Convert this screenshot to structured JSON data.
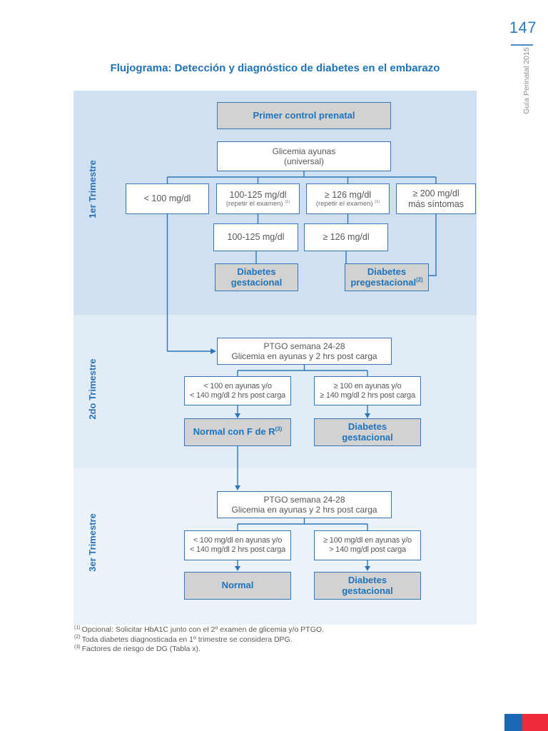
{
  "page": {
    "number": "147",
    "side_label": "Guía Perinatal 2015",
    "title": "Flujograma: Detección y diagnóstico de diabetes en el embarazo"
  },
  "sections": [
    {
      "label": "1er Trimestre"
    },
    {
      "label": "2do Trimestre"
    },
    {
      "label": "3er Trimestre"
    }
  ],
  "nodes": {
    "primer_control": "Primer control prenatal",
    "glicemia": {
      "line1": "Glicemia ayunas",
      "line2": "(universal)"
    },
    "lt100": "< 100 mg/dl",
    "r100_125": {
      "line1": "100-125 mg/dl",
      "line2": "(repetir el examen)",
      "sup": "(1)"
    },
    "ge126": {
      "line1": "≥ 126 mg/dl",
      "line2": "(repetir el examen)",
      "sup": "(1)"
    },
    "ge200": {
      "line1": "≥ 200 mg/dl",
      "line2": "más síntomas"
    },
    "repeat_100_125": "100-125 mg/dl",
    "repeat_ge126": "≥ 126 mg/dl",
    "t1_dg": {
      "line1": "Diabetes",
      "line2": "gestacional"
    },
    "t1_dpg": {
      "line1": "Diabetes",
      "line2": "pregestacional",
      "sup": "(2)"
    },
    "t2_ptgo": {
      "line1": "PTGO semana 24-28",
      "line2": "Glicemia en ayunas y 2 hrs post carga"
    },
    "t2_left": {
      "line1": "< 100 en ayunas y/o",
      "line2": "< 140 mg/dl 2 hrs post carga"
    },
    "t2_right": {
      "line1": "≥ 100 en ayunas y/o",
      "line2": "≥ 140 mg/dl 2 hrs post carga"
    },
    "t2_normal": {
      "text": "Normal con F de R",
      "sup": "(3)"
    },
    "t2_dg": {
      "line1": "Diabetes",
      "line2": "gestacional"
    },
    "t3_ptgo": {
      "line1": "PTGO semana 24-28",
      "line2": "Glicemia en ayunas y 2 hrs post carga"
    },
    "t3_left": {
      "line1": "< 100 mg/dl en ayunas y/o",
      "line2": "< 140 mg/dl 2 hrs post carga"
    },
    "t3_right": {
      "line1": "≥ 100 mg/dl en ayunas y/o",
      "line2": "> 140 mg/dl post carga"
    },
    "t3_normal": "Normal",
    "t3_dg": {
      "line1": "Diabetes",
      "line2": "gestacional"
    }
  },
  "footnotes": [
    {
      "sup": "(1)",
      "text": "Opcional: Solicitar HbA1C junto con el 2º examen de glicemia y/o PTGO."
    },
    {
      "sup": "(2)",
      "text": "Toda diabetes diagnosticada en 1º trimestre se considera DPG."
    },
    {
      "sup": "(3)",
      "text": "Factores de riesgo de DG (Tabla x)."
    }
  ],
  "colors": {
    "accent_blue": "#2e74b8",
    "text_blue": "#2173b9",
    "box_gray": "#d2d2d2",
    "section1_bg": "#cfe0f2",
    "section2_bg": "#e2ecf7",
    "section3_bg": "#ecf2f9",
    "footer_blue": "#1b67b4",
    "footer_red": "#ed2b3a"
  }
}
